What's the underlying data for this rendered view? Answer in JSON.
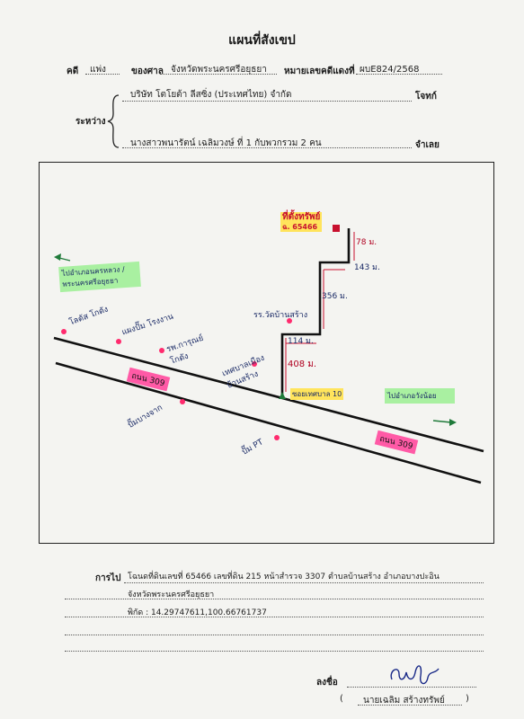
{
  "header": {
    "title": "แผนที่สังเขป",
    "case_label": "คดี",
    "case_type": "แพ่ง",
    "court_label": "ของศาล",
    "court_name": "จังหวัดพระนครศรีอยุธยา",
    "black_no_label": "หมายเลขคดีแดงที่",
    "black_no": "ผบE824/2568"
  },
  "parties": {
    "between_label": "ระหว่าง",
    "plaintiff": "บริษัท โตโยต้า ลีสซิ่ง (ประเทศไทย) จำกัด",
    "plaintiff_role": "โจทก์",
    "defendant": "นางสาวพนารัตน์ เฉลิมวงษ์ ที่ 1 กับพวกรวม 2 คน",
    "defendant_role": "จำเลย"
  },
  "map": {
    "target_label": "ที่ตั้งทรัพย์",
    "target_deed": "ฉ. 65466",
    "left_direction": "ไปอำเภอนครหลวง / พระนครศรีอยุธยา",
    "right_direction": "ไปอำเภอวังน้อย",
    "road_left": "ถนน 309",
    "road_right": "ถนน 309",
    "soi": "ซอยเทศบาล 10",
    "school": "รร.วัดบ้านสร้าง",
    "landmark_1": "โลตัส โกดัง",
    "landmark_2": "แผงปั๊ม โรงงาน",
    "landmark_3": "รพ.การุณย์ โกดัง",
    "landmark_4": "ปั๊มบางจาก",
    "landmark_5": "เทศบาลเมือง บ้านสร้าง",
    "landmark_6": "ปั๊ม PT",
    "dist_1": "408 ม.",
    "dist_2": "114 ม.",
    "dist_3": "356 ม.",
    "dist_4": "143 ม.",
    "dist_5": "78 ม."
  },
  "footer": {
    "directions_label": "การไป",
    "line1": "โฉนดที่ดินเลขที่ 65466 เลขที่ดิน 215 หน้าสำรวจ 3307  ตำบลบ้านสร้าง  อำเภอบางปะอิน",
    "line2": "จังหวัดพระนครศรีอยุธยา",
    "line3": "พิกัด : 14.29747611,100.66761737",
    "sign_label": "ลงชื่อ",
    "signer_open": "(",
    "signer_name": "นายเฉลิม  สร้างทรัพย์",
    "signer_close": ")"
  },
  "colors": {
    "pink": "#ff5aa6",
    "yellow": "#ffe45c",
    "green": "#a9f0a1",
    "red": "#c8102e",
    "orange": "#ff8a2a"
  }
}
